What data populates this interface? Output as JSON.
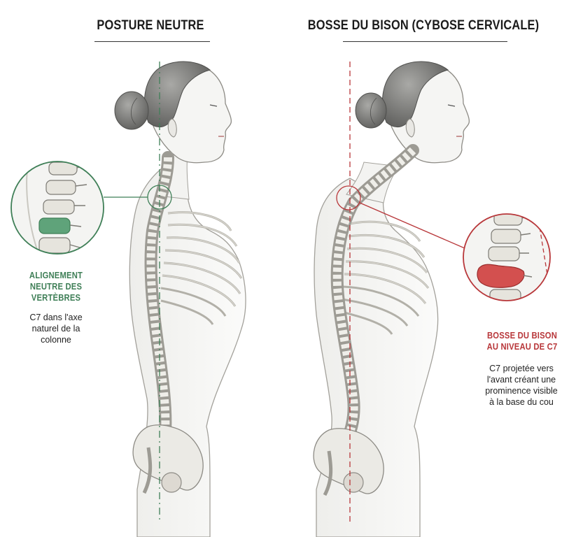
{
  "panels": {
    "left": {
      "title": "POSTURE NEUTRE",
      "callout_heading": [
        "ALIGNEMENT",
        "NEUTRE DES",
        "VERTÈBRES"
      ],
      "callout_text": [
        "C7 dans l'axe",
        "naturel de la",
        "colonne"
      ],
      "accent_color": "#3f7f57"
    },
    "right": {
      "title": "BOSSE DU BISON (CYBOSE CERVICALE)",
      "callout_heading": [
        "BOSSE DU BISON",
        "AU NIVEAU DE C7"
      ],
      "callout_text": [
        "C7 projetée vers",
        "l'avant créant une",
        "prominence visible",
        "à la base du cou"
      ],
      "accent_color": "#b8373a"
    }
  },
  "colors": {
    "bone": "#ecebe6",
    "bone_shade": "#b9b7ae",
    "skin": "#f6f6f4",
    "outline": "#8c8a84",
    "hair": "#7d7d7b",
    "text": "#1b1b1b"
  },
  "icons": [
    "head-silhouette-icon",
    "spine-icon",
    "ribcage-icon",
    "pelvis-icon",
    "magnifier-circle-icon",
    "vertebra-highlight-icon"
  ]
}
